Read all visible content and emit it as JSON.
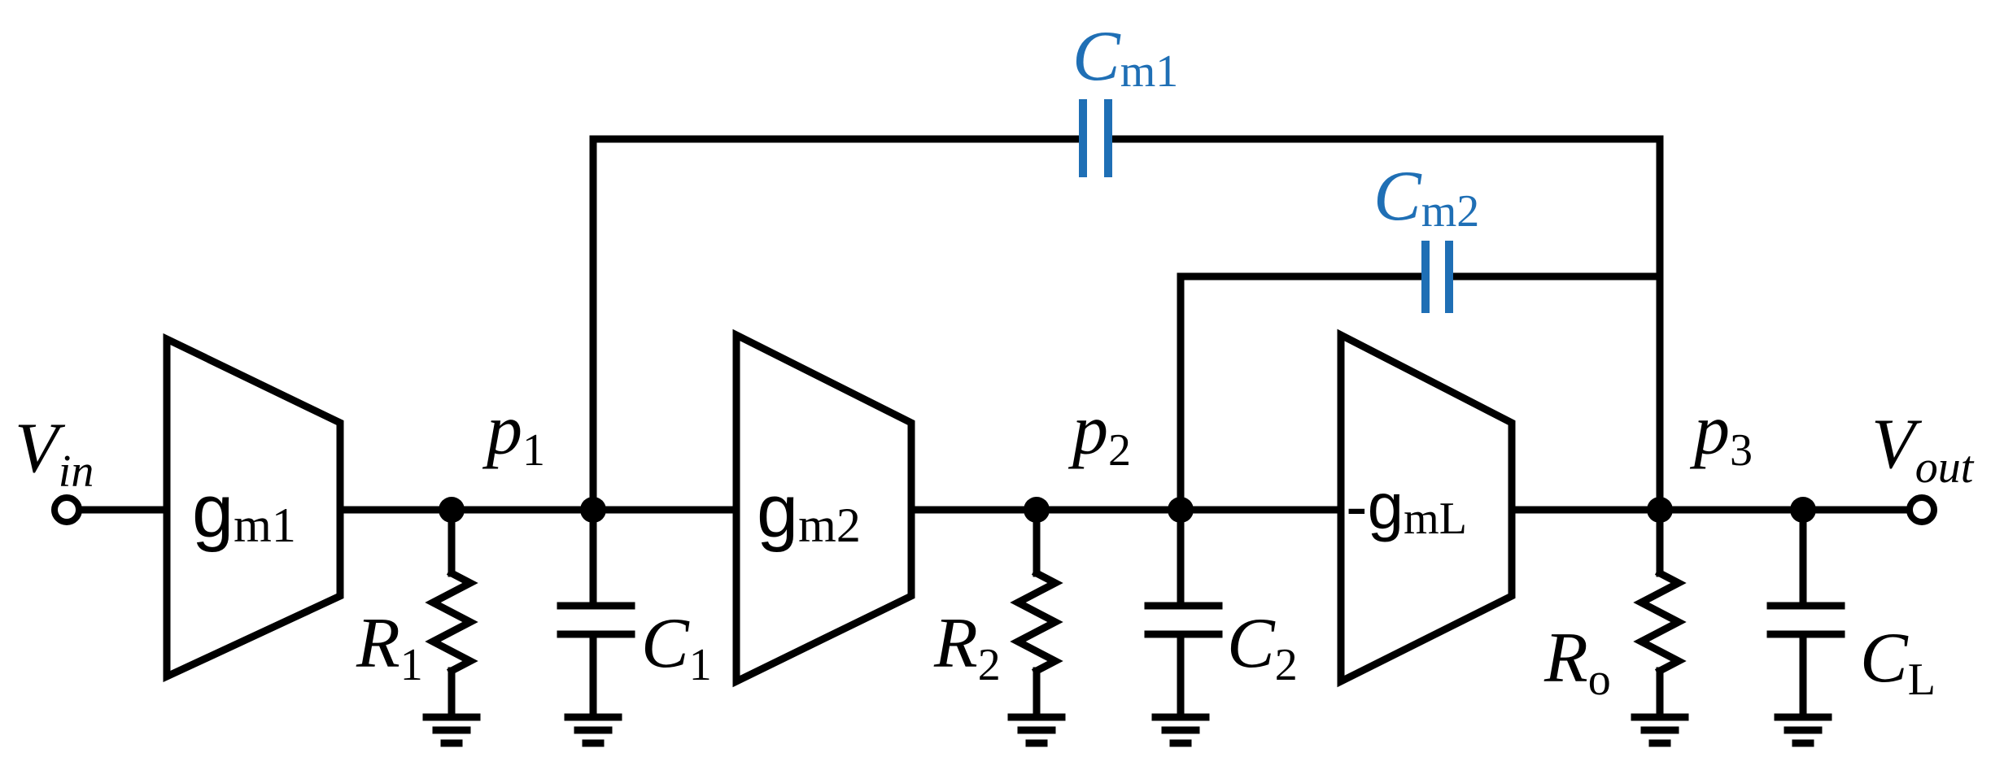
{
  "input": {
    "V": "V",
    "sub": "in"
  },
  "output": {
    "V": "V",
    "sub": "out"
  },
  "stages": [
    {
      "g": "g",
      "sub": "m1"
    },
    {
      "g": "g",
      "sub": "m2"
    },
    {
      "g": "-g",
      "sub": "mL"
    }
  ],
  "nodes": [
    {
      "p": "p",
      "sub": "1"
    },
    {
      "p": "p",
      "sub": "2"
    },
    {
      "p": "p",
      "sub": "3"
    }
  ],
  "resistors": [
    {
      "R": "R",
      "sub": "1"
    },
    {
      "R": "R",
      "sub": "2"
    },
    {
      "R": "R",
      "sub": "o"
    }
  ],
  "capacitors": [
    {
      "C": "C",
      "sub": "1"
    },
    {
      "C": "C",
      "sub": "2"
    },
    {
      "C": "C",
      "sub": "L"
    }
  ],
  "miller_caps": [
    {
      "C": "C",
      "sub": "m1"
    },
    {
      "C": "C",
      "sub": "m2"
    }
  ],
  "colors": {
    "wire": "#000000",
    "miller_cap": "#1f6fb5"
  }
}
